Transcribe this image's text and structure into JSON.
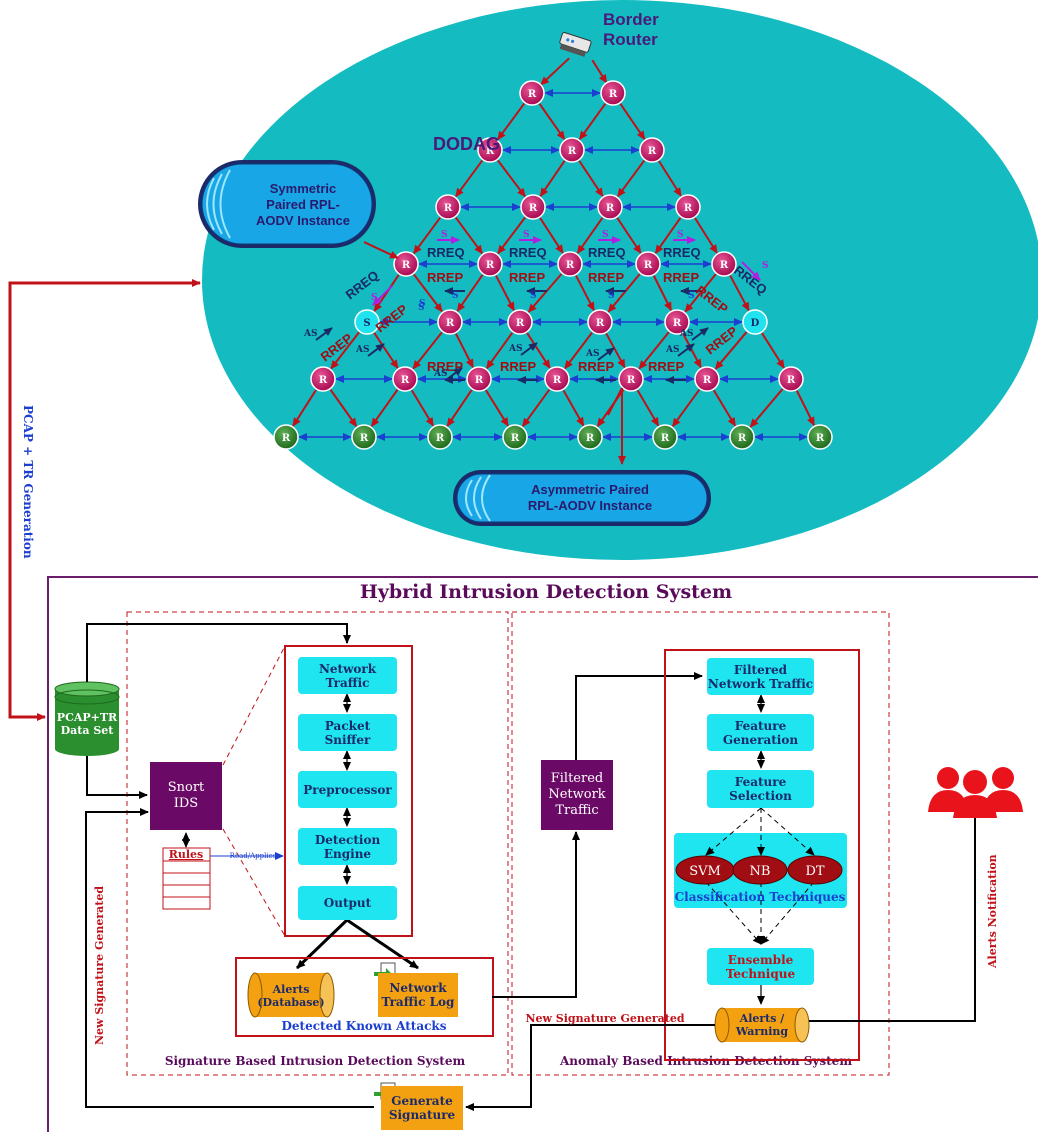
{
  "colors": {
    "ellipse": "#14bcc1",
    "node_r": "#c21063",
    "node_leaf": "#2f7a2a",
    "node_sd": "#20e3ef",
    "red_line": "#c01218",
    "blue_line": "#1b3fd0",
    "cyan_box": "#1ee5ef",
    "purple_box": "#6b0a66",
    "orange_box": "#f3a011",
    "green_db": "#2b8f2f",
    "outline_purple": "#6b1d6b"
  },
  "network": {
    "border_router": "Border\nRouter",
    "dodag_label": "DODAG",
    "node_label": "R",
    "source_label": "S",
    "dest_label": "D",
    "rreq": "RREQ",
    "rrep": "RREP",
    "s_tag": "S",
    "as_tag": "AS",
    "symmetric_instance": "Symmetric\nPaired RPL-\nAODV Instance",
    "asymmetric_instance": "Asymmetric Paired\nRPL-AODV Instance"
  },
  "left_label": "PCAP + TR Generation",
  "dataset_label": "PCAP+TR\nData Set",
  "hybrid_title": "Hybrid  Intrusion Detection System",
  "signature": {
    "snort": "Snort\nIDS",
    "rules": "Rules",
    "read_applies": "Read/Applies",
    "pipeline": [
      "Network\nTraffic",
      "Packet\nSniffer",
      "Preprocessor",
      "Detection\nEngine",
      "Output"
    ],
    "alerts_db": "Alerts\n(Database)",
    "traffic_log": "Network\nTraffic Log",
    "detected": "Detected Known Attacks",
    "title": "Signature Based Intrusion Detection System"
  },
  "anomaly": {
    "filtered": "Filtered\nNetwork\nTraffic",
    "pipeline": [
      "Filtered\nNetwork Traffic",
      "Feature\nGeneration",
      "Feature\nSelection"
    ],
    "svm": "SVM",
    "nb": "NB",
    "dt": "DT",
    "classification": "Classification Techniques",
    "ensemble": "Ensemble\nTechnique",
    "alerts_warning": "Alerts /\nWarning",
    "title": "Anomaly Based Intrusion Detection System"
  },
  "new_signature_left": "New Signature Generated",
  "new_signature_mid": "New Signature Generated",
  "generate_signature": "Generate\nSignature",
  "alerts_notification": "Alerts Notification"
}
